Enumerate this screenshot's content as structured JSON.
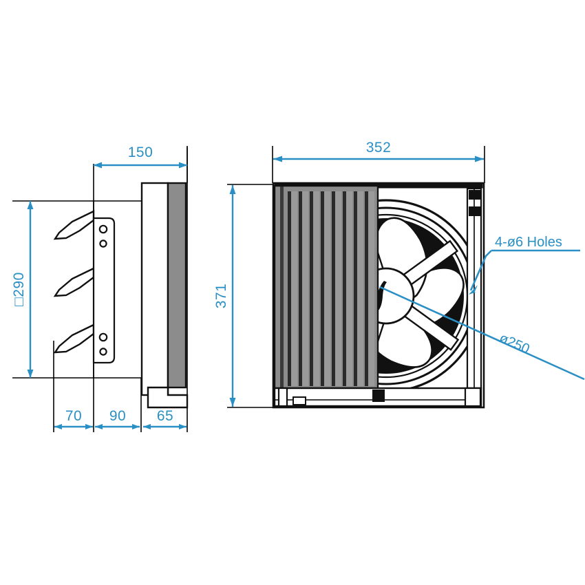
{
  "drawing": {
    "title": "Wall-mounted exhaust fan dimensional drawing",
    "units": "mm",
    "accent_color": "#2a8fc4",
    "line_color": "#111111",
    "grille_color": "#8c8c8c"
  },
  "side_view": {
    "name": "side-elevation",
    "dimensions": {
      "depth_total": "150",
      "height_square": "□290",
      "seg_louver": "70",
      "seg_bracket": "90",
      "seg_panel": "65"
    }
  },
  "front_view": {
    "name": "front-elevation",
    "dimensions": {
      "width": "352",
      "height": "371",
      "fan_diameter": "ø250"
    },
    "notes": {
      "holes": "4-ø6 Holes"
    }
  },
  "labels": {
    "d150": "150",
    "d290": "□290",
    "d70": "70",
    "d90": "90",
    "d65": "65",
    "d352": "352",
    "d371": "371",
    "d250": "ø250",
    "holes": "4-ø6 Holes"
  }
}
